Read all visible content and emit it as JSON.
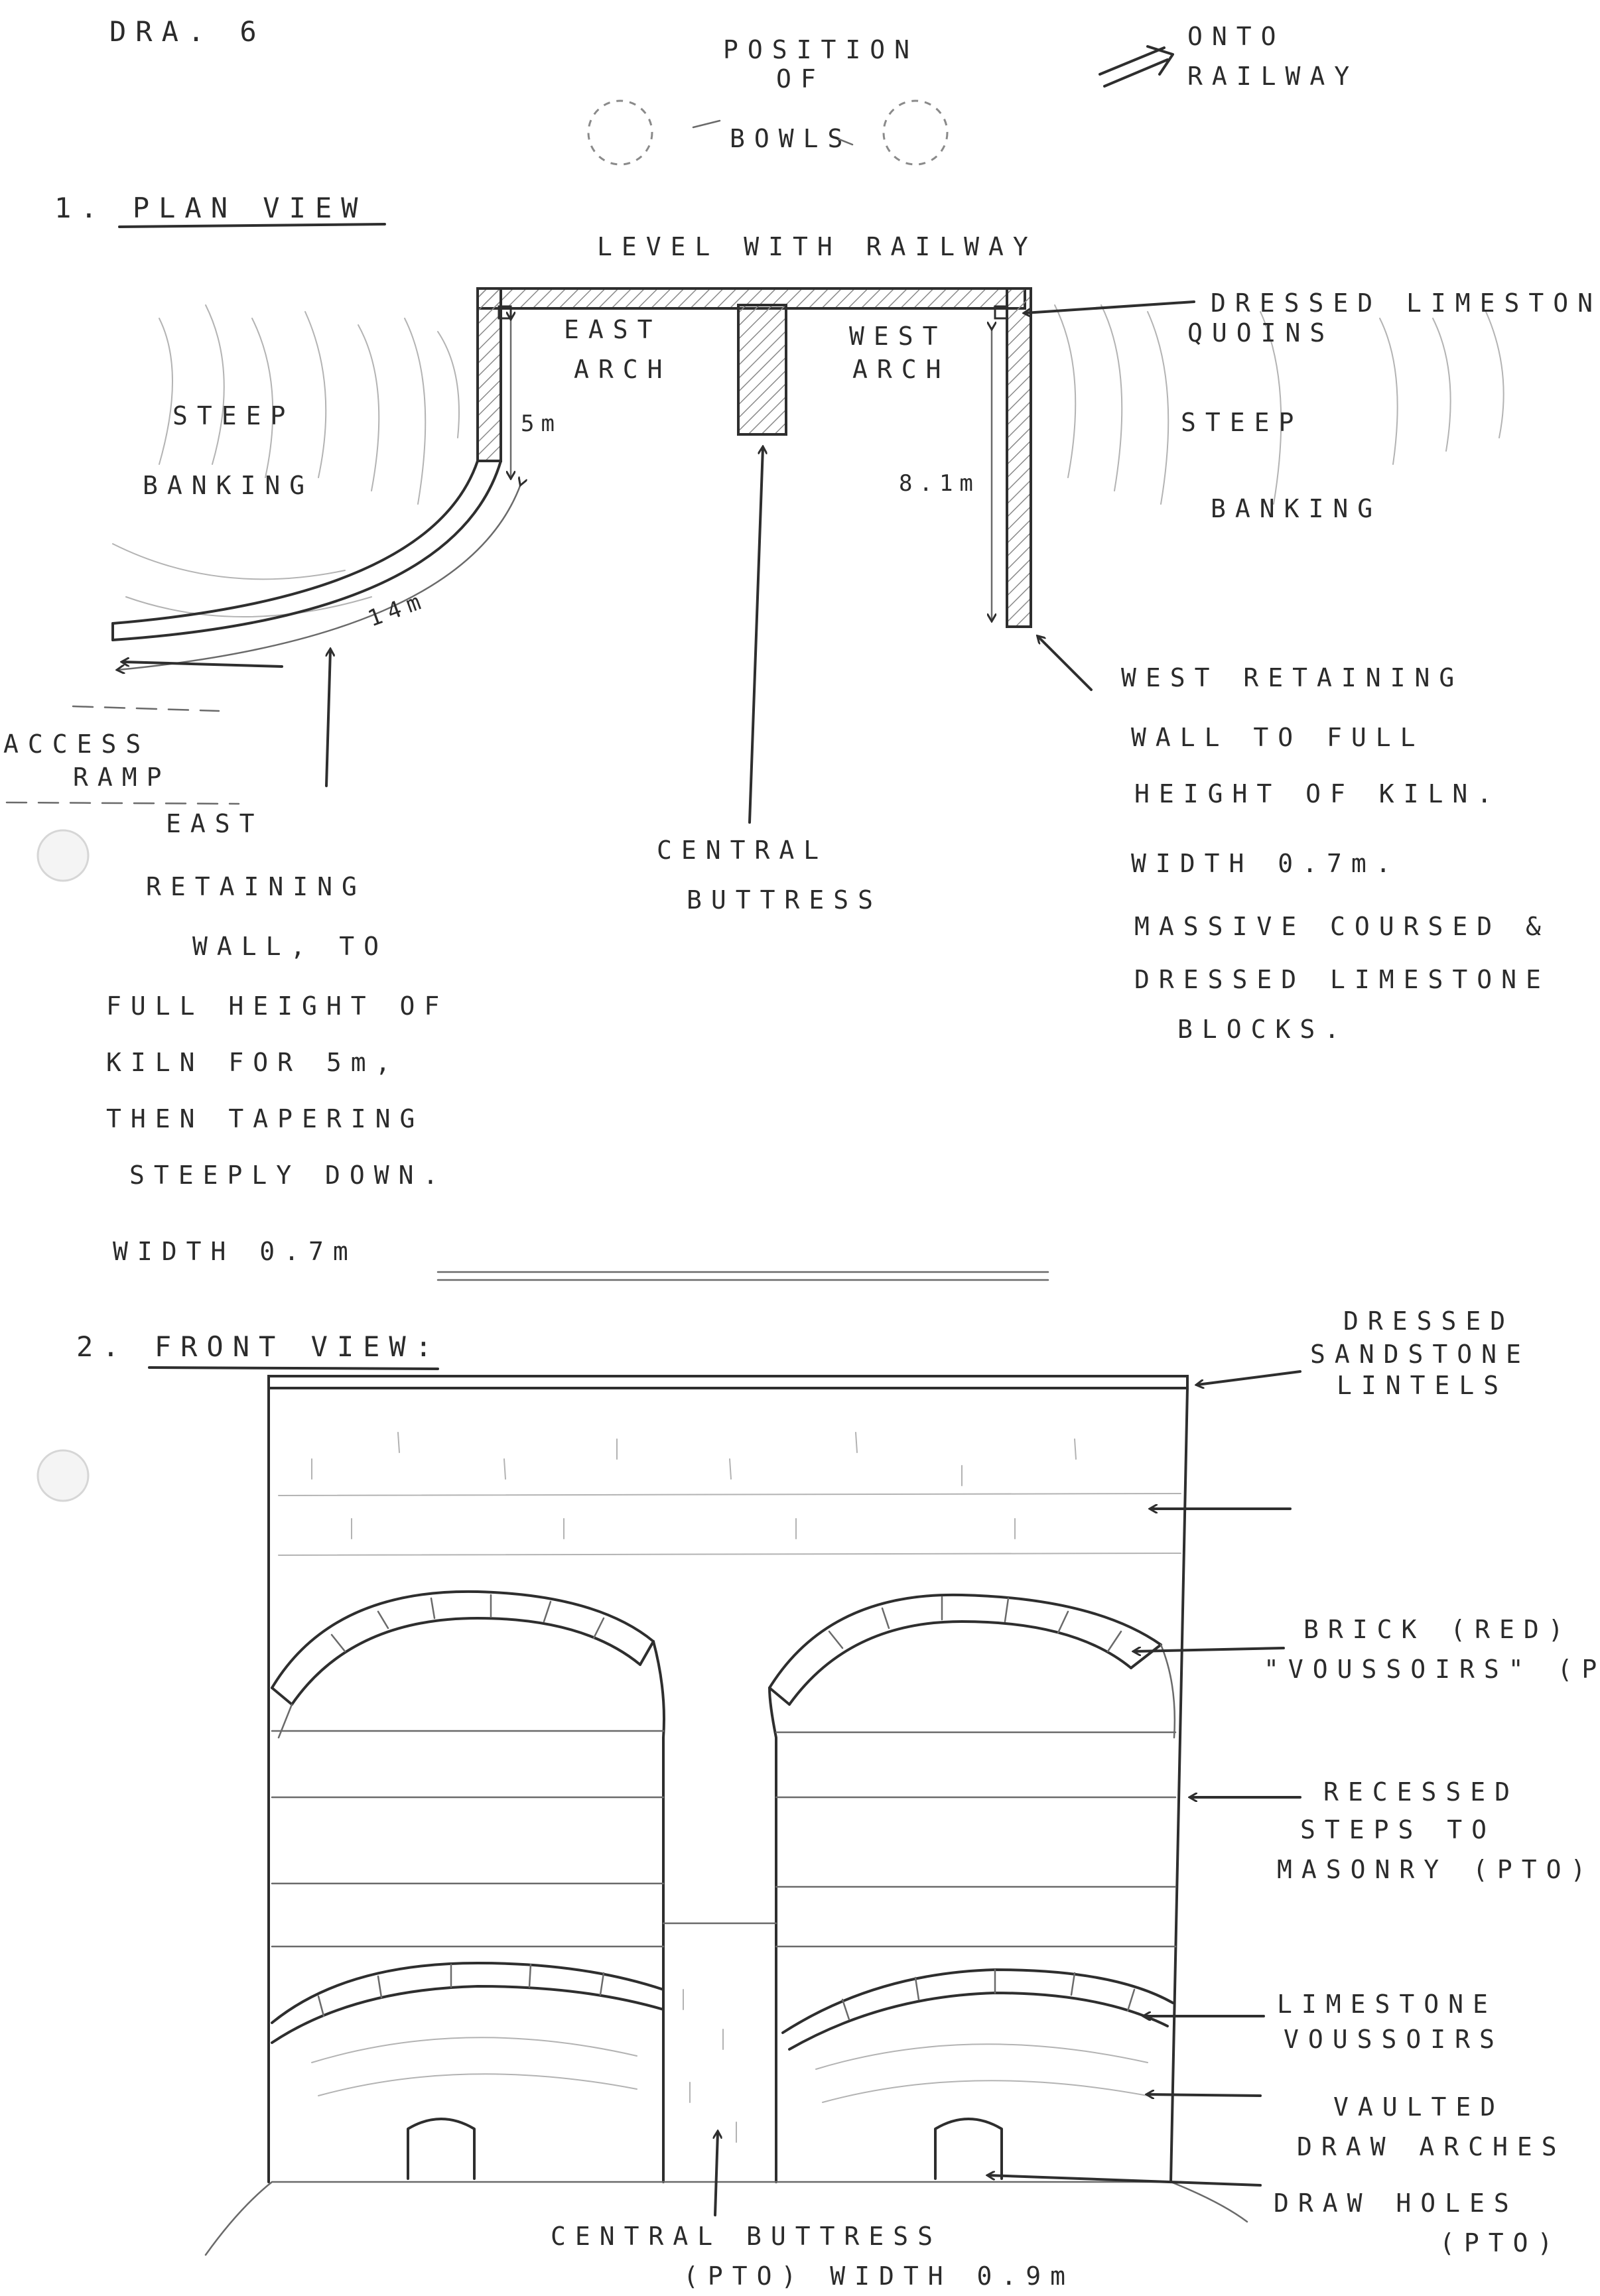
{
  "sheet_id": "DRA. 6",
  "top_notes": {
    "position_line1": "POSITION",
    "position_line2": "OF",
    "position_line3": "BOWLS",
    "onto_line1": "ONTO",
    "onto_line2": "RAILWAY"
  },
  "plan_view": {
    "heading": "1. PLAN VIEW",
    "level_label": "LEVEL WITH RAILWAY",
    "east_arch_line1": "EAST",
    "east_arch_line2": "ARCH",
    "west_arch_line1": "WEST",
    "west_arch_line2": "ARCH",
    "steep_left_line1": "STEEP",
    "steep_left_line2": "BANKING",
    "steep_right_line1": "STEEP",
    "steep_right_line2": "BANKING",
    "dim_5m": "5m",
    "dim_14m": "14m",
    "dim_8_1m": "8.1m",
    "quoins_line1": "DRESSED LIMESTONE",
    "quoins_line2": "QUOINS",
    "access_line1": "ACCESS",
    "access_line2": "RAMP",
    "east_wall_lines": [
      "EAST",
      "RETAINING",
      "WALL, TO",
      "FULL HEIGHT OF",
      "KILN FOR 5m,",
      "THEN TAPERING",
      "STEEPLY DOWN.",
      "WIDTH 0.7m"
    ],
    "buttress_line1": "CENTRAL",
    "buttress_line2": "BUTTRESS",
    "west_wall_lines": [
      "WEST RETAINING",
      "WALL TO FULL",
      "HEIGHT OF KILN.",
      "WIDTH 0.7m.",
      "MASSIVE COURSED &",
      "DRESSED LIMESTONE",
      "BLOCKS."
    ]
  },
  "front_view": {
    "heading": "2. FRONT VIEW:",
    "lintels_lines": [
      "DRESSED",
      "SANDSTONE",
      "LINTELS"
    ],
    "brick_line1": "BRICK (RED)",
    "brick_line2": "\"VOUSSOIRS\" (PTO)",
    "steps_lines": [
      "RECESSED",
      "STEPS TO",
      "MASONRY (PTO)"
    ],
    "limestone_line1": "LIMESTONE",
    "limestone_line2": "VOUSSOIRS",
    "vaulted_line1": "VAULTED",
    "vaulted_line2": "DRAW ARCHES",
    "drawholes_line1": "DRAW HOLES",
    "drawholes_line2": "(PTO)",
    "buttress_line1": "CENTRAL BUTTRESS",
    "buttress_line2": "(PTO) WIDTH 0.9m"
  },
  "colors": {
    "ink": "#2e2e2e",
    "pencil": "#6a6a6a",
    "faint": "#b3b3b3",
    "paper": "#ffffff"
  }
}
